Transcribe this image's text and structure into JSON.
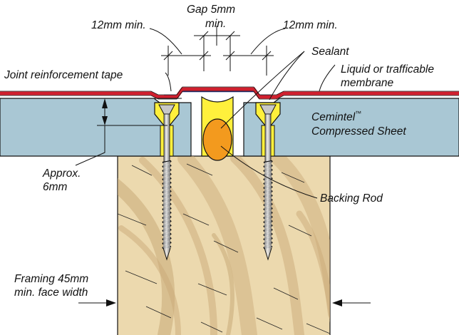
{
  "labels": {
    "gap_line1": "Gap 5mm",
    "gap_line2": "min.",
    "min_left": "12mm min.",
    "min_right": "12mm min.",
    "sealant": "Sealant",
    "joint_tape": "Joint reinforcement tape",
    "membrane_line1": "Liquid or trafficable",
    "membrane_line2": "membrane",
    "sheet_brand": "Cemintel",
    "sheet_tm": "™",
    "sheet_line2": "Compressed Sheet",
    "approx_line1": "Approx.",
    "approx_line2": "6mm",
    "backing_rod": "Backing Rod",
    "framing_line1": "Framing 45mm",
    "framing_line2": "min. face width"
  },
  "colors": {
    "sheet": "#a9c7d4",
    "timber": "#ecd9ae",
    "timber_grain": "#c9a978",
    "membrane_red": "#d0202e",
    "tape_blue": "#2a3f9a",
    "sealant_yellow": "#fff03c",
    "backing_rod": "#f39a1e",
    "screw": "#c8c8c8"
  }
}
